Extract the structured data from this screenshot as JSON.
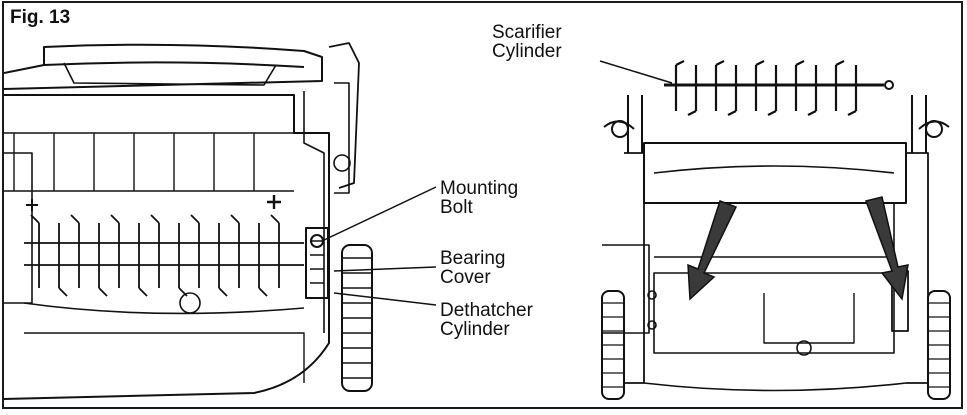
{
  "figure": {
    "title": "Fig. 13",
    "callouts": {
      "scarifier": {
        "line1": "Scarifier",
        "line2": "Cylinder"
      },
      "mounting_bolt": {
        "line1": "Mounting",
        "line2": "Bolt"
      },
      "bearing_cover": {
        "line1": "Bearing",
        "line2": "Cover"
      },
      "dethatcher": {
        "line1": "Dethatcher",
        "line2": "Cylinder"
      }
    }
  }
}
